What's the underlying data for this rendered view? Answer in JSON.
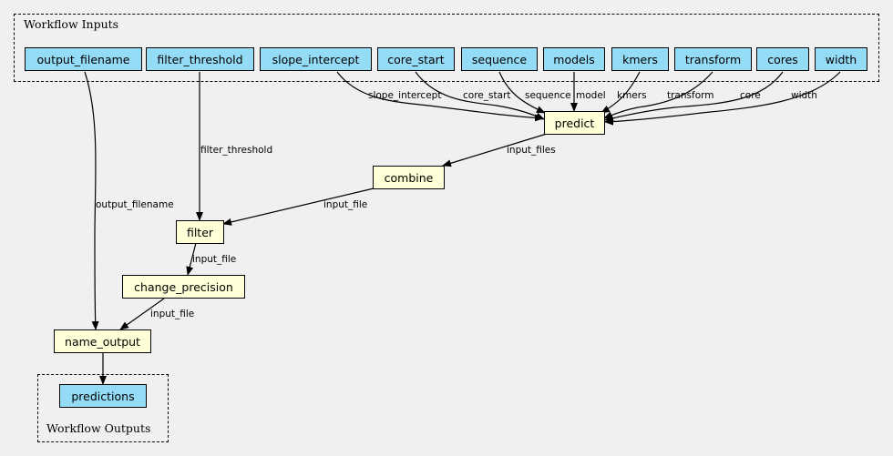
{
  "clusters": {
    "inputs_label": "Workflow Inputs",
    "outputs_label": "Workflow Outputs"
  },
  "inputs": {
    "output_filename": "output_filename",
    "filter_threshold": "filter_threshold",
    "slope_intercept": "slope_intercept",
    "core_start": "core_start",
    "sequence": "sequence",
    "models": "models",
    "kmers": "kmers",
    "transform": "transform",
    "cores": "cores",
    "width": "width"
  },
  "steps": {
    "predict": "predict",
    "combine": "combine",
    "filter": "filter",
    "change_precision": "change_precision",
    "name_output": "name_output"
  },
  "outputs": {
    "predictions": "predictions"
  },
  "edge_labels": {
    "slope_intercept": "slope_intercept",
    "core_start": "core_start",
    "sequence": "sequence",
    "model": "model",
    "kmers": "kmers",
    "transform": "transform",
    "core": "core",
    "width": "width",
    "filter_threshold": "filter_threshold",
    "output_filename": "output_filename",
    "input_files": "input_files",
    "combine_input_file": "input_file",
    "filter_input_file": "input_file",
    "precision_input_file": "input_file"
  },
  "colors": {
    "input_fill": "#94dbf6",
    "step_fill": "#ffffd8",
    "background": "#f0f0f0"
  }
}
